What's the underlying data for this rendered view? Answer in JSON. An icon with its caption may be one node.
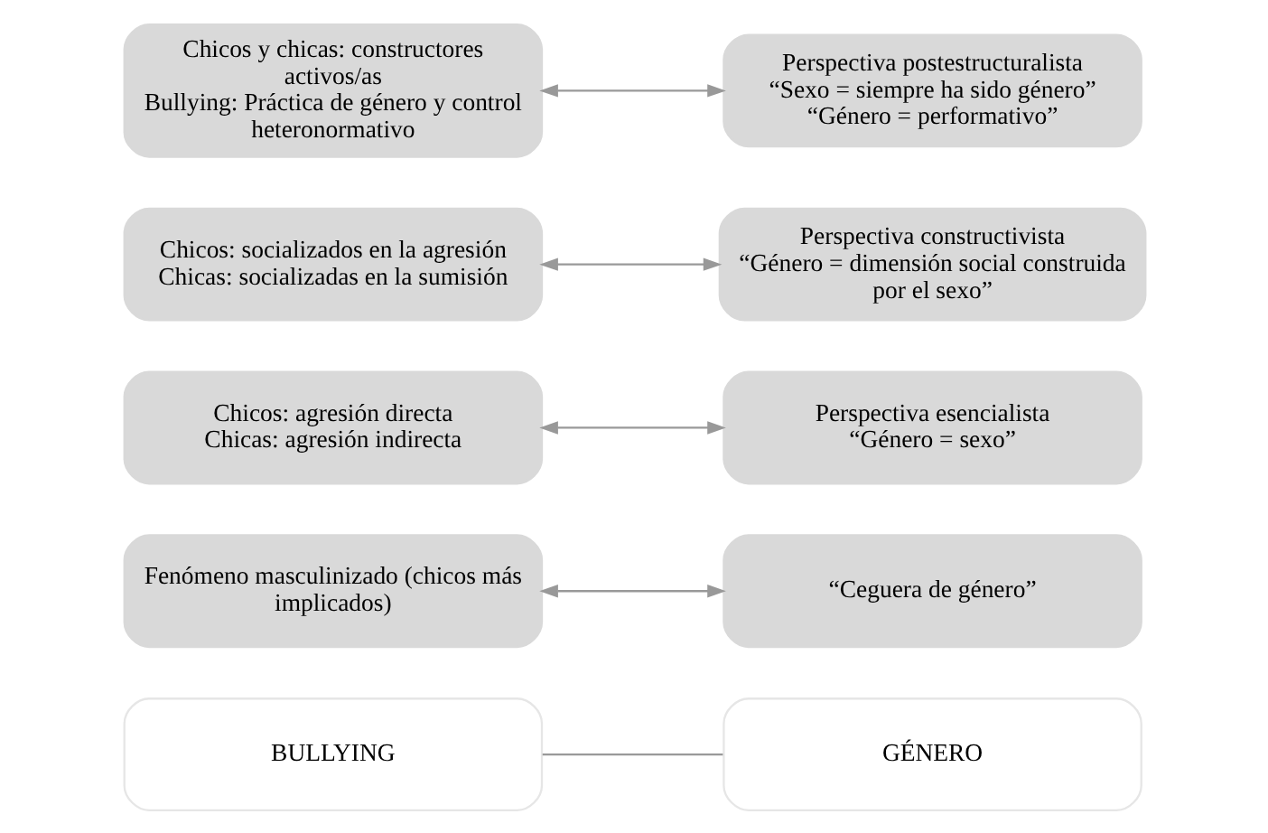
{
  "diagram": {
    "nodes": [
      {
        "text": [
          "BULLYING"
        ]
      },
      {
        "text": [
          "GÉNERO"
        ]
      },
      {
        "text": [
          "Fenómeno masculinizado (chicos más implicados)"
        ]
      },
      {
        "text": [
          "“Ceguera de género”"
        ]
      },
      {
        "text": [
          "Chicos: agresión directa",
          "Chicas: agresión indirecta"
        ]
      },
      {
        "text": [
          "Perspectiva esencialista",
          "“Género = sexo”"
        ]
      },
      {
        "text": [
          "Chicos: socializados en la agresión",
          "Chicas: socializadas en la sumisión"
        ]
      },
      {
        "text": [
          "Perspectiva constructivista",
          "“Género = dimensión social construida por el sexo”"
        ]
      },
      {
        "text": [
          "Chicos y chicas: constructores activos/as",
          "Bullying: Práctica de género y control heteronormativo"
        ]
      },
      {
        "text": [
          "Perspectiva postestructuralista",
          "“Sexo = siempre ha sido género”",
          "“Género = performativo”"
        ]
      }
    ],
    "edges": [
      {
        "from": 0,
        "to": 1,
        "arrow": "none"
      },
      {
        "from": 2,
        "to": 3,
        "arrow": "both"
      },
      {
        "from": 4,
        "to": 5,
        "arrow": "both"
      },
      {
        "from": 6,
        "to": 7,
        "arrow": "both"
      },
      {
        "from": 8,
        "to": 9,
        "arrow": "both"
      }
    ]
  }
}
